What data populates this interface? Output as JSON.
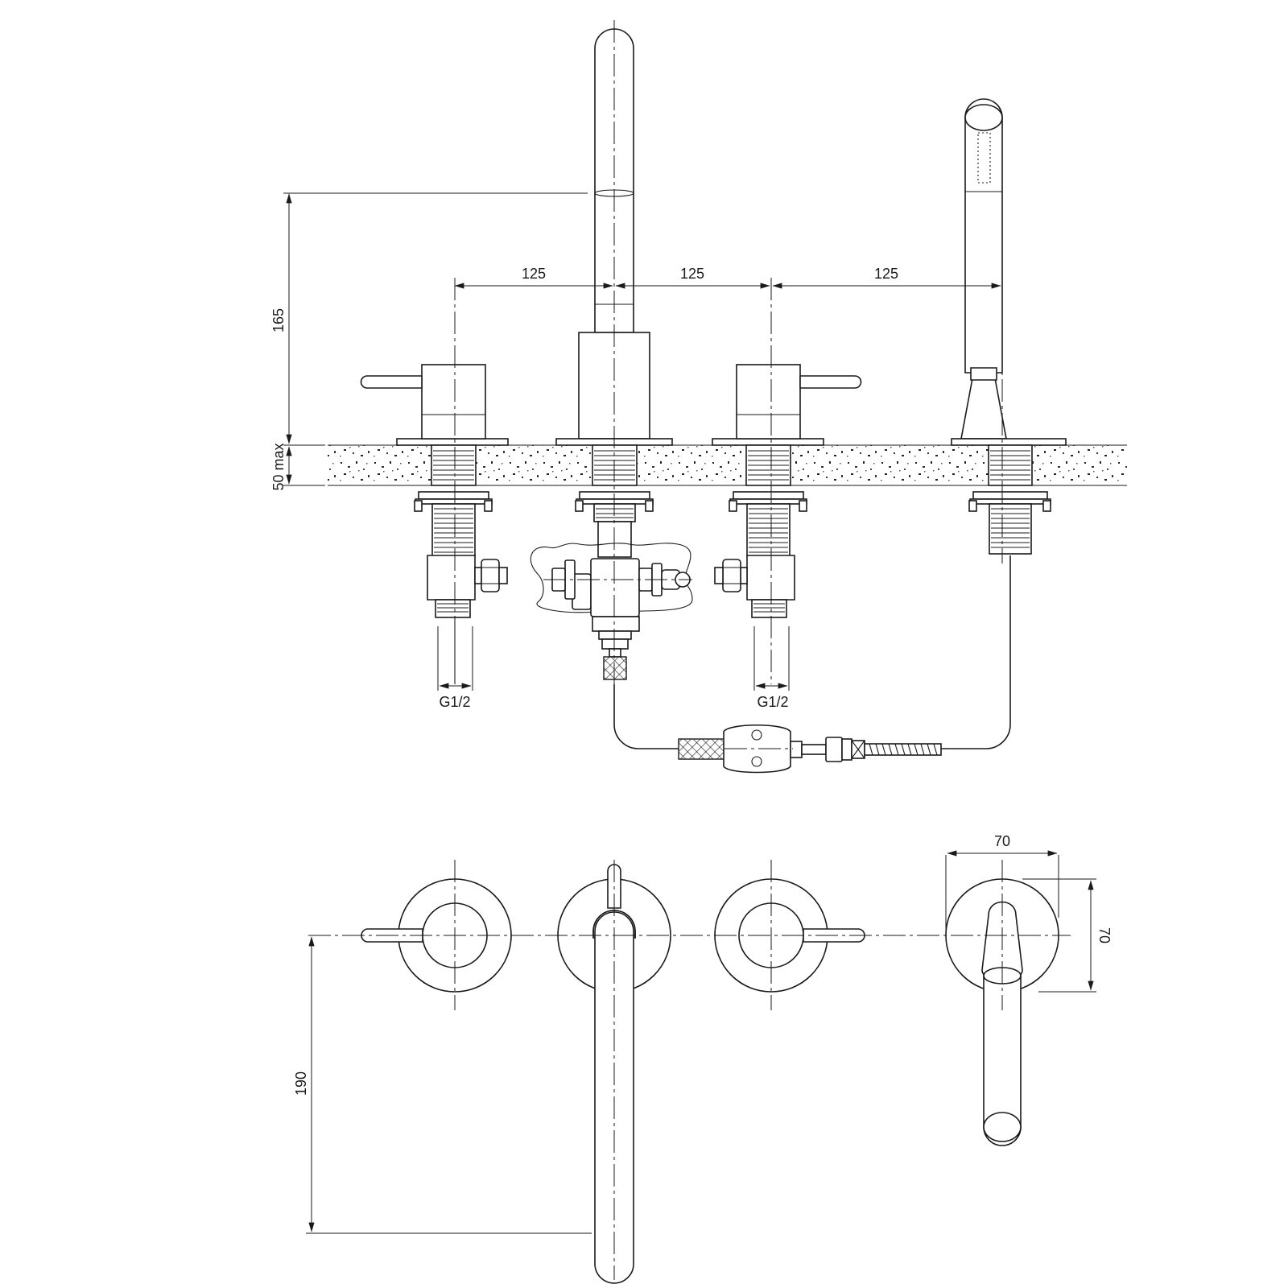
{
  "dimensions": {
    "spacing_1": "125",
    "spacing_2": "125",
    "spacing_3": "125",
    "spout_height": "165",
    "deck_thickness": "50 max",
    "thread_left": "G1/2",
    "thread_right": "G1/2",
    "spout_projection": "190",
    "escutcheon_width": "70",
    "escutcheon_height": "70"
  },
  "colors": {
    "line": "#1a1a1a",
    "background": "#ffffff"
  }
}
